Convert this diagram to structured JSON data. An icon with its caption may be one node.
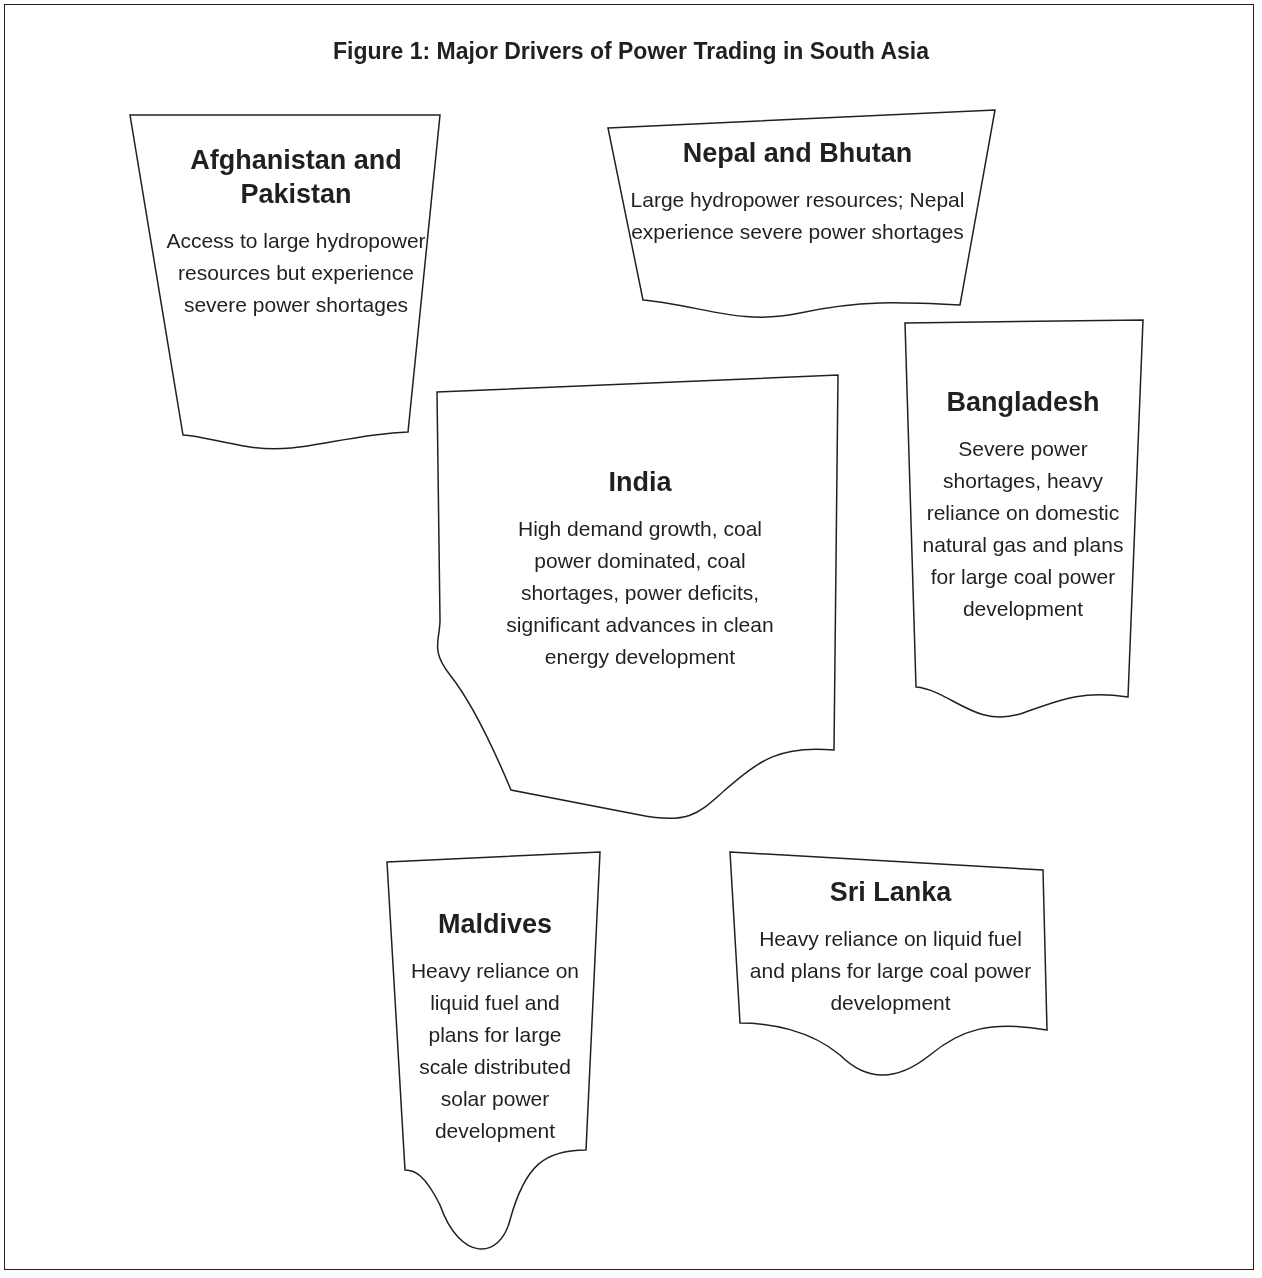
{
  "diagram": {
    "title": "Figure 1:  Major Drivers of Power Trading in South Asia",
    "nodes": [
      {
        "text": [
          "Afghanistan and Pakistan",
          "Access to large hydropower resources but experience severe power shortages"
        ]
      },
      {
        "text": [
          "Nepal and Bhutan",
          "Large hydropower resources; Nepal experience severe power shortages"
        ]
      },
      {
        "text": [
          "Bangladesh",
          "Severe power shortages, heavy reliance on domestic natural gas and plans for large coal power development"
        ]
      },
      {
        "text": [
          "India",
          "High demand growth, coal power dominated, coal shortages, power deficits, significant advances in clean energy development"
        ]
      },
      {
        "text": [
          "Sri Lanka",
          "Heavy reliance on liquid fuel and plans for large coal power development"
        ]
      },
      {
        "text": [
          "Maldives",
          "Heavy reliance on liquid fuel and plans for large scale distributed solar power development"
        ]
      }
    ]
  }
}
